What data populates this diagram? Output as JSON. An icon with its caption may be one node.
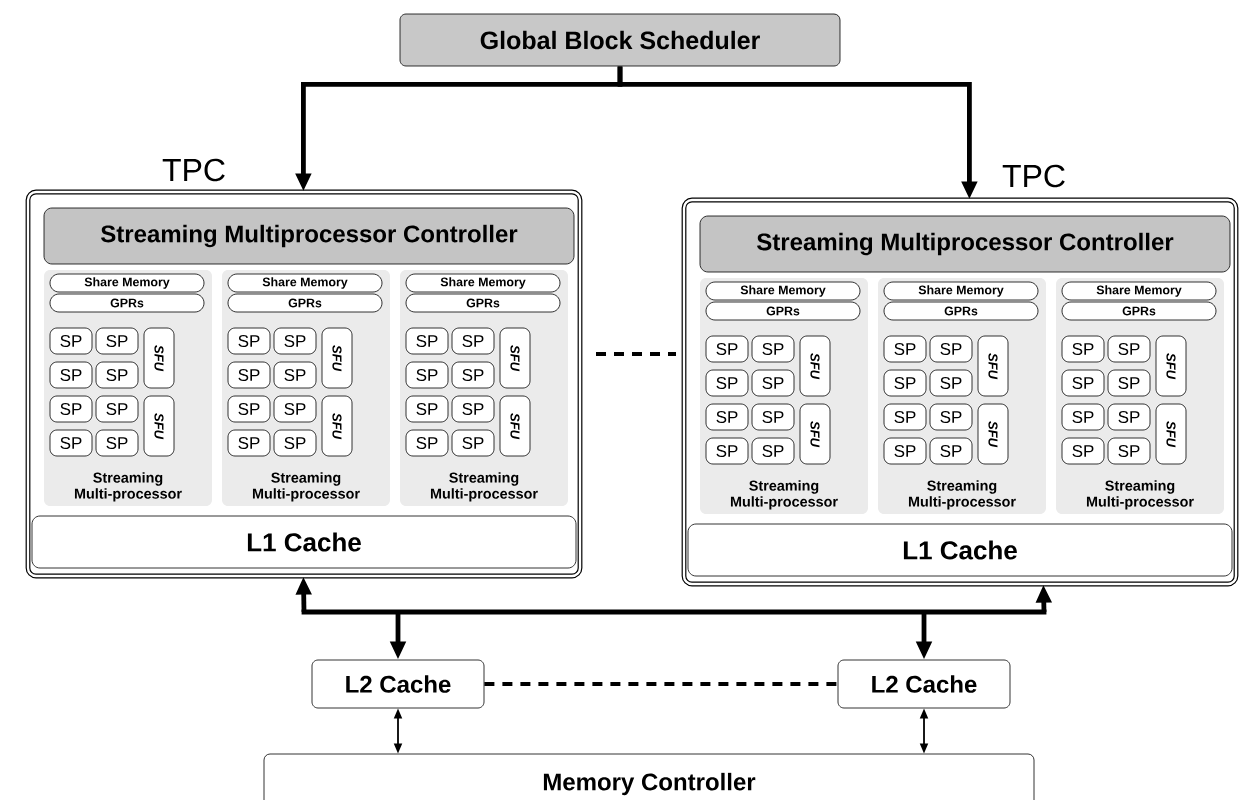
{
  "diagram": {
    "nodes": [
      {
        "text": [
          "Global Block Scheduler"
        ]
      },
      {
        "text": [
          "TPC"
        ]
      },
      {
        "text": [
          "Streaming Multiprocessor Controller"
        ],
        "in": 1
      },
      {
        "text": [
          "Streaming Multi-processor"
        ],
        "in": 1
      },
      {
        "text": [
          "Share Memory"
        ],
        "in": 3
      },
      {
        "text": [
          "GPRs"
        ],
        "in": 3
      },
      {
        "text": [
          "SP"
        ],
        "in": 3
      },
      {
        "text": [
          "SP"
        ],
        "in": 3
      },
      {
        "text": [
          "SP"
        ],
        "in": 3
      },
      {
        "text": [
          "SP"
        ],
        "in": 3
      },
      {
        "text": [
          "SP"
        ],
        "in": 3
      },
      {
        "text": [
          "SP"
        ],
        "in": 3
      },
      {
        "text": [
          "SP"
        ],
        "in": 3
      },
      {
        "text": [
          "SP"
        ],
        "in": 3
      },
      {
        "text": [
          "SFU"
        ],
        "in": 3
      },
      {
        "text": [
          "SFU"
        ],
        "in": 3
      },
      {
        "text": [
          "Streaming Multi-processor"
        ],
        "in": 1
      },
      {
        "text": [
          "Share Memory"
        ],
        "in": 16
      },
      {
        "text": [
          "GPRs"
        ],
        "in": 16
      },
      {
        "text": [
          "SP"
        ],
        "in": 16
      },
      {
        "text": [
          "SP"
        ],
        "in": 16
      },
      {
        "text": [
          "SP"
        ],
        "in": 16
      },
      {
        "text": [
          "SP"
        ],
        "in": 16
      },
      {
        "text": [
          "SP"
        ],
        "in": 16
      },
      {
        "text": [
          "SP"
        ],
        "in": 16
      },
      {
        "text": [
          "SP"
        ],
        "in": 16
      },
      {
        "text": [
          "SP"
        ],
        "in": 16
      },
      {
        "text": [
          "SFU"
        ],
        "in": 16
      },
      {
        "text": [
          "SFU"
        ],
        "in": 16
      },
      {
        "text": [
          "Streaming Multi-processor"
        ],
        "in": 1
      },
      {
        "text": [
          "Share Memory"
        ],
        "in": 29
      },
      {
        "text": [
          "GPRs"
        ],
        "in": 29
      },
      {
        "text": [
          "SP"
        ],
        "in": 29
      },
      {
        "text": [
          "SP"
        ],
        "in": 29
      },
      {
        "text": [
          "SP"
        ],
        "in": 29
      },
      {
        "text": [
          "SP"
        ],
        "in": 29
      },
      {
        "text": [
          "SP"
        ],
        "in": 29
      },
      {
        "text": [
          "SP"
        ],
        "in": 29
      },
      {
        "text": [
          "SP"
        ],
        "in": 29
      },
      {
        "text": [
          "SP"
        ],
        "in": 29
      },
      {
        "text": [
          "SFU"
        ],
        "in": 29
      },
      {
        "text": [
          "SFU"
        ],
        "in": 29
      },
      {
        "text": [
          "L1 Cache"
        ],
        "in": 1
      },
      {
        "text": [
          "TPC"
        ]
      },
      {
        "text": [
          "Streaming Multiprocessor Controller"
        ],
        "in": 43
      },
      {
        "text": [
          "Streaming Multi-processor"
        ],
        "in": 43
      },
      {
        "text": [
          "Share Memory"
        ],
        "in": 45
      },
      {
        "text": [
          "GPRs"
        ],
        "in": 45
      },
      {
        "text": [
          "SP"
        ],
        "in": 45
      },
      {
        "text": [
          "SP"
        ],
        "in": 45
      },
      {
        "text": [
          "SP"
        ],
        "in": 45
      },
      {
        "text": [
          "SP"
        ],
        "in": 45
      },
      {
        "text": [
          "SP"
        ],
        "in": 45
      },
      {
        "text": [
          "SP"
        ],
        "in": 45
      },
      {
        "text": [
          "SP"
        ],
        "in": 45
      },
      {
        "text": [
          "SP"
        ],
        "in": 45
      },
      {
        "text": [
          "SFU"
        ],
        "in": 45
      },
      {
        "text": [
          "SFU"
        ],
        "in": 45
      },
      {
        "text": [
          "Streaming Multi-processor"
        ],
        "in": 43
      },
      {
        "text": [
          "Share Memory"
        ],
        "in": 58
      },
      {
        "text": [
          "GPRs"
        ],
        "in": 58
      },
      {
        "text": [
          "SP"
        ],
        "in": 58
      },
      {
        "text": [
          "SP"
        ],
        "in": 58
      },
      {
        "text": [
          "SP"
        ],
        "in": 58
      },
      {
        "text": [
          "SP"
        ],
        "in": 58
      },
      {
        "text": [
          "SP"
        ],
        "in": 58
      },
      {
        "text": [
          "SP"
        ],
        "in": 58
      },
      {
        "text": [
          "SP"
        ],
        "in": 58
      },
      {
        "text": [
          "SP"
        ],
        "in": 58
      },
      {
        "text": [
          "SFU"
        ],
        "in": 58
      },
      {
        "text": [
          "SFU"
        ],
        "in": 58
      },
      {
        "text": [
          "Streaming Multi-processor"
        ],
        "in": 43
      },
      {
        "text": [
          "Share Memory"
        ],
        "in": 71
      },
      {
        "text": [
          "GPRs"
        ],
        "in": 71
      },
      {
        "text": [
          "SP"
        ],
        "in": 71
      },
      {
        "text": [
          "SP"
        ],
        "in": 71
      },
      {
        "text": [
          "SP"
        ],
        "in": 71
      },
      {
        "text": [
          "SP"
        ],
        "in": 71
      },
      {
        "text": [
          "SP"
        ],
        "in": 71
      },
      {
        "text": [
          "SP"
        ],
        "in": 71
      },
      {
        "text": [
          "SP"
        ],
        "in": 71
      },
      {
        "text": [
          "SP"
        ],
        "in": 71
      },
      {
        "text": [
          "SFU"
        ],
        "in": 71
      },
      {
        "text": [
          "SFU"
        ],
        "in": 71
      },
      {
        "text": [
          "L1 Cache"
        ],
        "in": 43
      },
      {
        "text": [
          "L2 Cache"
        ]
      },
      {
        "text": [
          "L2 Cache"
        ]
      },
      {
        "text": [
          "Memory Controller"
        ]
      }
    ],
    "edges": [
      {
        "from": 0,
        "to": 1,
        "arrow": "to"
      },
      {
        "from": 0,
        "to": 43,
        "arrow": "to"
      },
      {
        "from": 1,
        "to": 85,
        "arrow": "both"
      },
      {
        "from": 1,
        "to": 86,
        "arrow": "both"
      },
      {
        "from": 43,
        "to": 85,
        "arrow": "both"
      },
      {
        "from": 43,
        "to": 86,
        "arrow": "both"
      },
      {
        "from": 85,
        "to": 87,
        "arrow": "both"
      },
      {
        "from": 86,
        "to": 87,
        "arrow": "both"
      },
      {
        "from": 85,
        "to": 86,
        "arrow": "none",
        "style": "dashed"
      }
    ]
  }
}
